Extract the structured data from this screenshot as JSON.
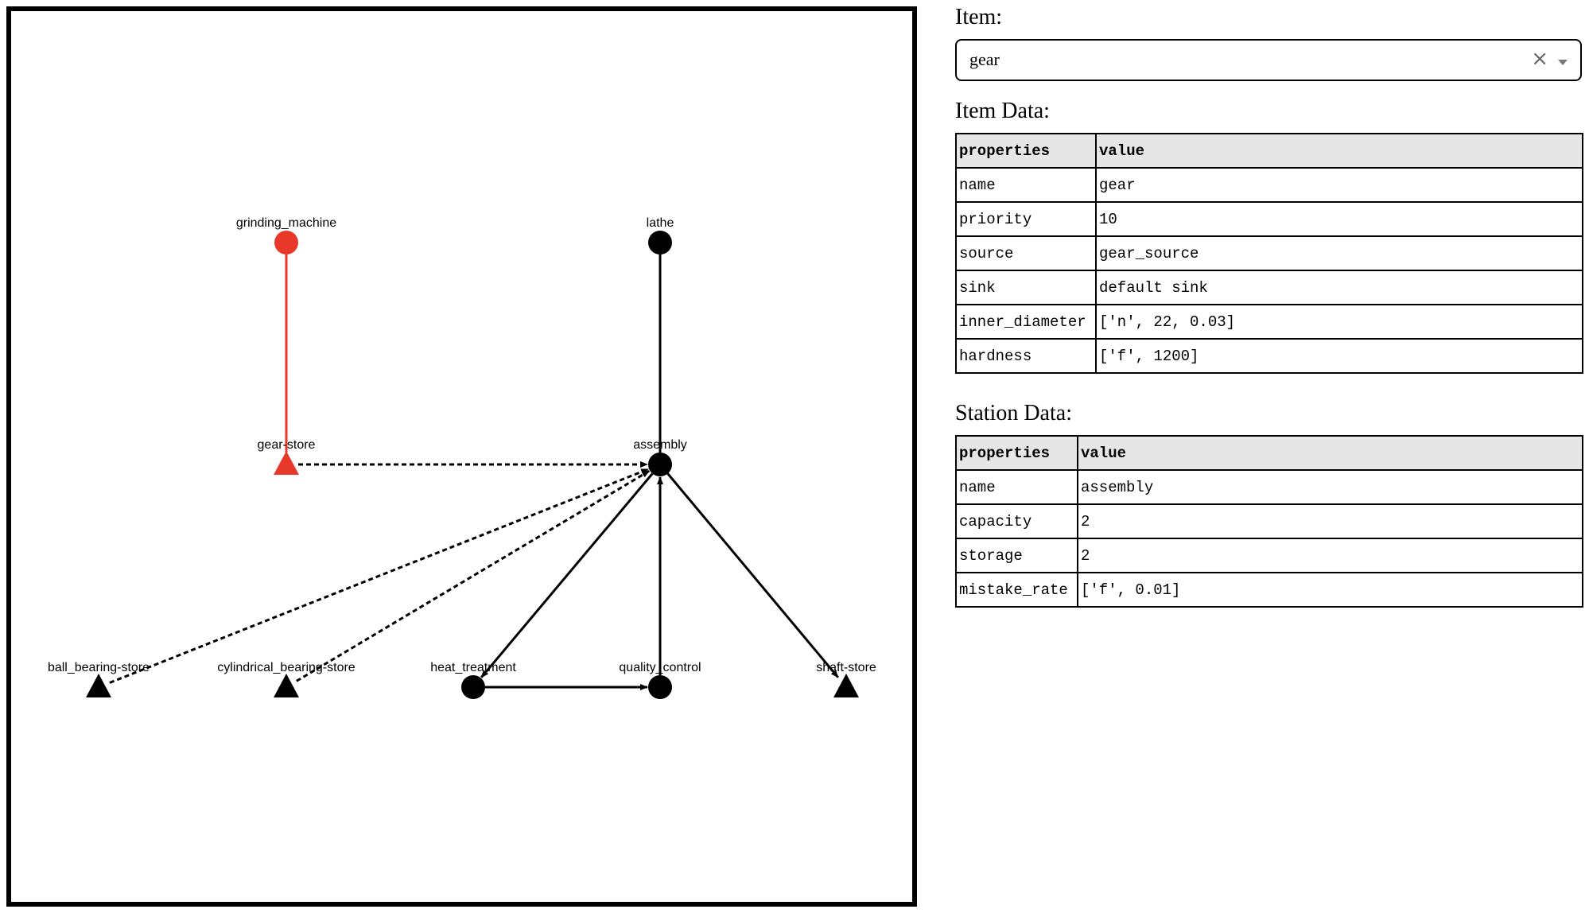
{
  "graph": {
    "nodes": [
      {
        "id": "grinding_machine",
        "label": "grinding_machine",
        "shape": "circle",
        "color": "#e8382a"
      },
      {
        "id": "lathe",
        "label": "lathe",
        "shape": "circle",
        "color": "#000000"
      },
      {
        "id": "gear-store",
        "label": "gear-store",
        "shape": "triangle",
        "color": "#e8382a"
      },
      {
        "id": "assembly",
        "label": "assembly",
        "shape": "circle",
        "color": "#000000"
      },
      {
        "id": "ball_bearing-store",
        "label": "ball_bearing-store",
        "shape": "triangle",
        "color": "#000000"
      },
      {
        "id": "cylindrical_bearing-store",
        "label": "cylindrical_bearing-store",
        "shape": "triangle",
        "color": "#000000"
      },
      {
        "id": "heat_treatment",
        "label": "heat_treatment",
        "shape": "circle",
        "color": "#000000"
      },
      {
        "id": "quality_control",
        "label": "quality_control",
        "shape": "circle",
        "color": "#000000"
      },
      {
        "id": "shaft-store",
        "label": "shaft-store",
        "shape": "triangle",
        "color": "#000000"
      }
    ],
    "edges": [
      {
        "from": "grinding_machine",
        "to": "gear-store",
        "style": "solid",
        "color": "#e8382a",
        "arrow": false
      },
      {
        "from": "lathe",
        "to": "assembly",
        "style": "solid",
        "color": "#000000",
        "arrow": false
      },
      {
        "from": "gear-store",
        "to": "assembly",
        "style": "dashed",
        "color": "#000000",
        "arrow": true
      },
      {
        "from": "ball_bearing-store",
        "to": "assembly",
        "style": "dashed",
        "color": "#000000",
        "arrow": true
      },
      {
        "from": "cylindrical_bearing-store",
        "to": "assembly",
        "style": "dashed",
        "color": "#000000",
        "arrow": true
      },
      {
        "from": "assembly",
        "to": "heat_treatment",
        "style": "solid",
        "color": "#000000",
        "arrow": true
      },
      {
        "from": "heat_treatment",
        "to": "quality_control",
        "style": "solid",
        "color": "#000000",
        "arrow": true
      },
      {
        "from": "quality_control",
        "to": "assembly",
        "style": "solid",
        "color": "#000000",
        "arrow": true
      },
      {
        "from": "assembly",
        "to": "shaft-store",
        "style": "solid",
        "color": "#000000",
        "arrow": true
      }
    ]
  },
  "item_selector": {
    "heading": "Item:",
    "selected": "gear",
    "clear_icon": "×"
  },
  "item_data": {
    "heading": "Item Data:",
    "headers": [
      "properties",
      "value"
    ],
    "rows": [
      [
        "name",
        "gear"
      ],
      [
        "priority",
        "10"
      ],
      [
        "source",
        "gear_source"
      ],
      [
        "sink",
        "default sink"
      ],
      [
        "inner_diameter",
        "['n', 22, 0.03]"
      ],
      [
        "hardness",
        "['f', 1200]"
      ]
    ]
  },
  "station_data": {
    "heading": "Station Data:",
    "headers": [
      "properties",
      "value"
    ],
    "rows": [
      [
        "name",
        "assembly"
      ],
      [
        "capacity",
        "2"
      ],
      [
        "storage",
        "2"
      ],
      [
        "mistake_rate",
        "['f', 0.01]"
      ]
    ]
  }
}
